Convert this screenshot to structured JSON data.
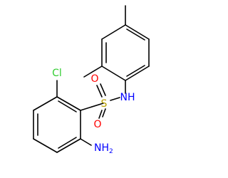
{
  "molecule": {
    "atoms": {
      "cl": "Cl",
      "o_upper": "O",
      "s": "S",
      "o_lower": "O",
      "nh": "NH",
      "nh2_main": "NH",
      "nh2_sub": "2"
    }
  },
  "colors": {
    "chlorine": "#32cd32",
    "oxygen": "#ff0000",
    "sulfur": "#b8a000",
    "nitrogen": "#0000ff",
    "bond": "#000000"
  }
}
